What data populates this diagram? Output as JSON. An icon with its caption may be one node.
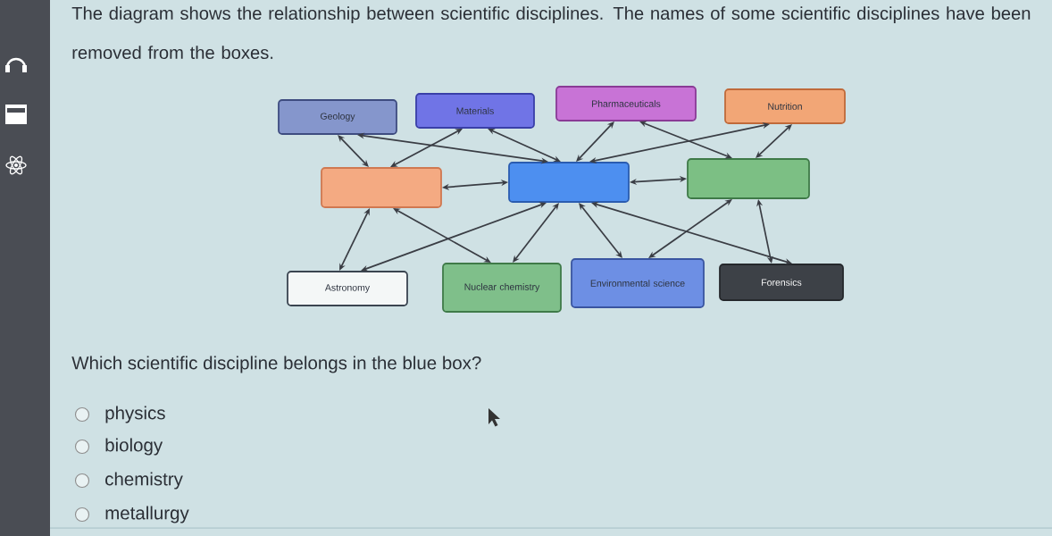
{
  "diagram": {
    "title": "The diagram shows the relationship between scientific disciplines. The names of some scientific disciplines have been removed from the boxes.",
    "nodes": [
      {
        "text": [
          "Geology"
        ]
      },
      {
        "text": [
          "Materials"
        ]
      },
      {
        "text": [
          "Pharmaceuticals"
        ]
      },
      {
        "text": [
          "Nutrition"
        ]
      },
      {
        "text": [],
        "shape": "box"
      },
      {
        "text": [],
        "shape": "box"
      },
      {
        "text": [],
        "shape": "box"
      },
      {
        "text": [
          "Astronomy"
        ]
      },
      {
        "text": [
          "Nuclear chemistry"
        ]
      },
      {
        "text": [
          "Environmental science"
        ]
      },
      {
        "text": [
          "Forensics"
        ]
      }
    ],
    "edges": [
      {
        "from": 0,
        "to": 4,
        "arrow": "both"
      },
      {
        "from": 1,
        "to": 4,
        "arrow": "both"
      },
      {
        "from": 0,
        "to": 5,
        "arrow": "both"
      },
      {
        "from": 1,
        "to": 5,
        "arrow": "both"
      },
      {
        "from": 2,
        "to": 5,
        "arrow": "both"
      },
      {
        "from": 3,
        "to": 5,
        "arrow": "both"
      },
      {
        "from": 2,
        "to": 6,
        "arrow": "both"
      },
      {
        "from": 3,
        "to": 6,
        "arrow": "both"
      },
      {
        "from": 4,
        "to": 5,
        "arrow": "both"
      },
      {
        "from": 5,
        "to": 6,
        "arrow": "both"
      },
      {
        "from": 4,
        "to": 7,
        "arrow": "both"
      },
      {
        "from": 4,
        "to": 8,
        "arrow": "both"
      },
      {
        "from": 5,
        "to": 7,
        "arrow": "both"
      },
      {
        "from": 5,
        "to": 8,
        "arrow": "both"
      },
      {
        "from": 5,
        "to": 9,
        "arrow": "both"
      },
      {
        "from": 5,
        "to": 10,
        "arrow": "both"
      },
      {
        "from": 6,
        "to": 9,
        "arrow": "both"
      },
      {
        "from": 6,
        "to": 10,
        "arrow": "both"
      }
    ],
    "labels": [
      "Which scientific discipline belongs in the blue box?",
      "physics",
      "biology",
      "chemistry",
      "metallurgy"
    ]
  }
}
